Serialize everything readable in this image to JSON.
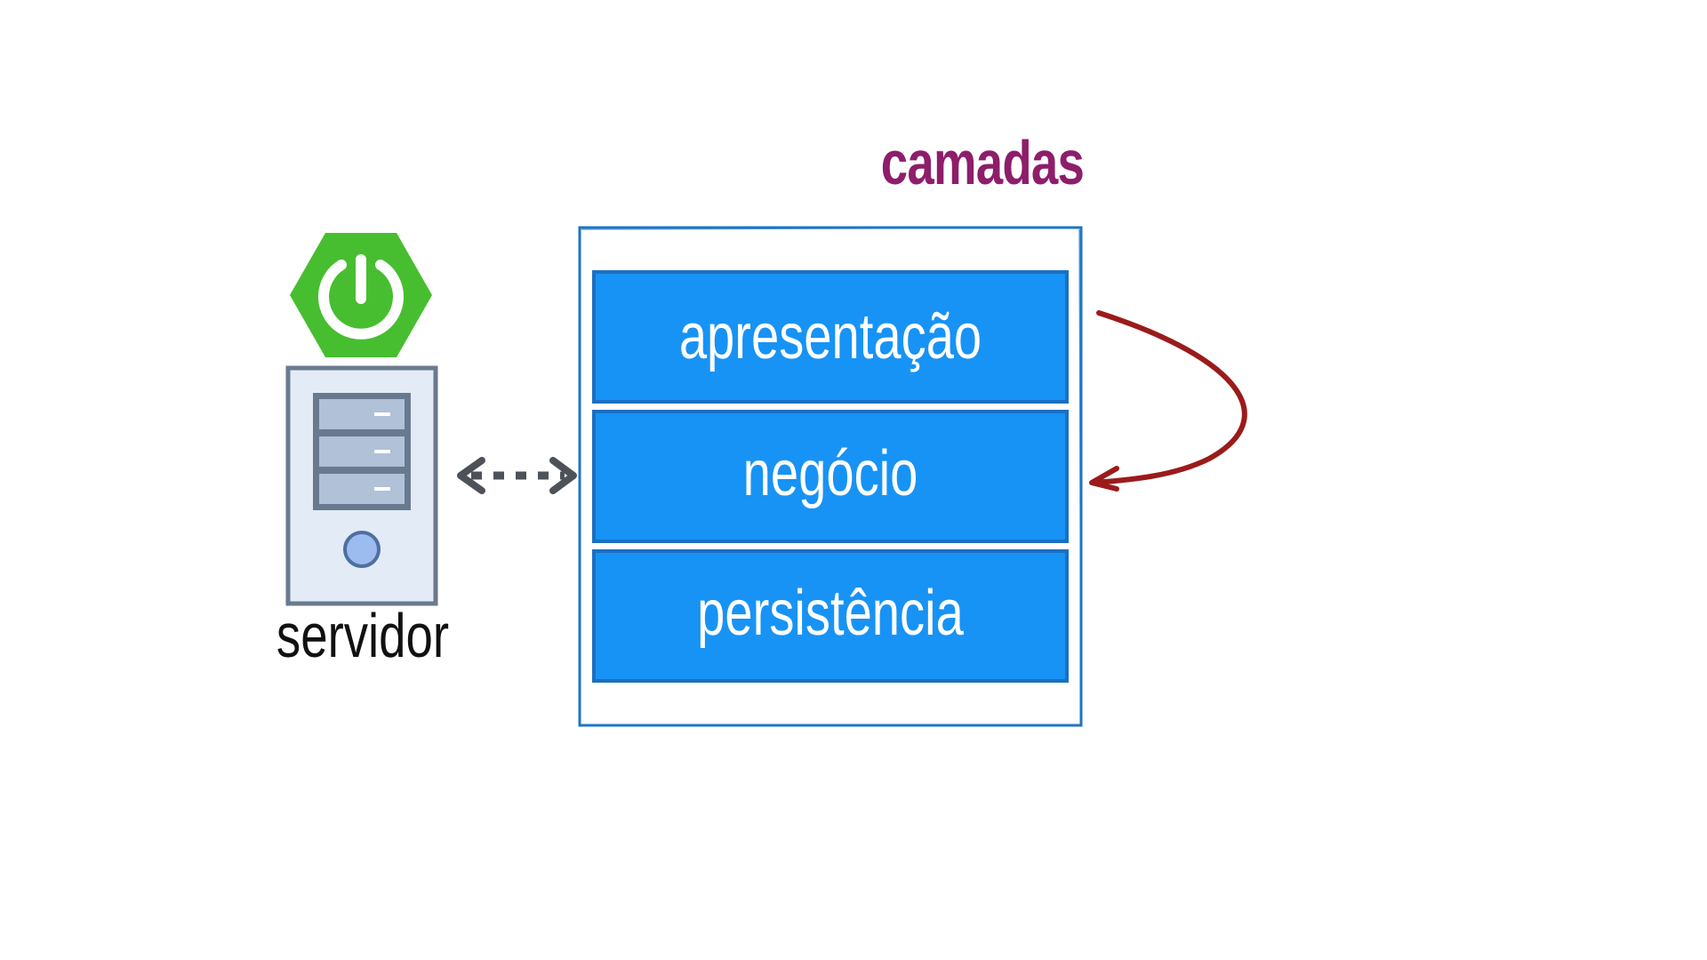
{
  "title": "camadas",
  "layers": [
    {
      "label": "apresentação"
    },
    {
      "label": "negócio"
    },
    {
      "label": "persistência"
    }
  ],
  "server": {
    "label": "servidor"
  },
  "colors": {
    "title": "#8e1d6a",
    "layer_fill": "#1793f5",
    "layer_border": "#1c6fc2",
    "container_border": "#1f74c4",
    "server_label": "#111111",
    "spring_green": "#47be2f",
    "server_body": "#e3ecf6",
    "server_border": "#6a7a8e",
    "drive_fill": "#b0c1d8",
    "power_button": "#9cbcf0",
    "connector_arrow": "#4d5259",
    "flow_arrow": "#9b1b1b"
  },
  "icons": {
    "spring": "spring-boot-power-icon",
    "server": "server-tower-icon",
    "connector": "bidirectional-dashed-arrow-icon",
    "flow": "curved-arrow-icon"
  }
}
